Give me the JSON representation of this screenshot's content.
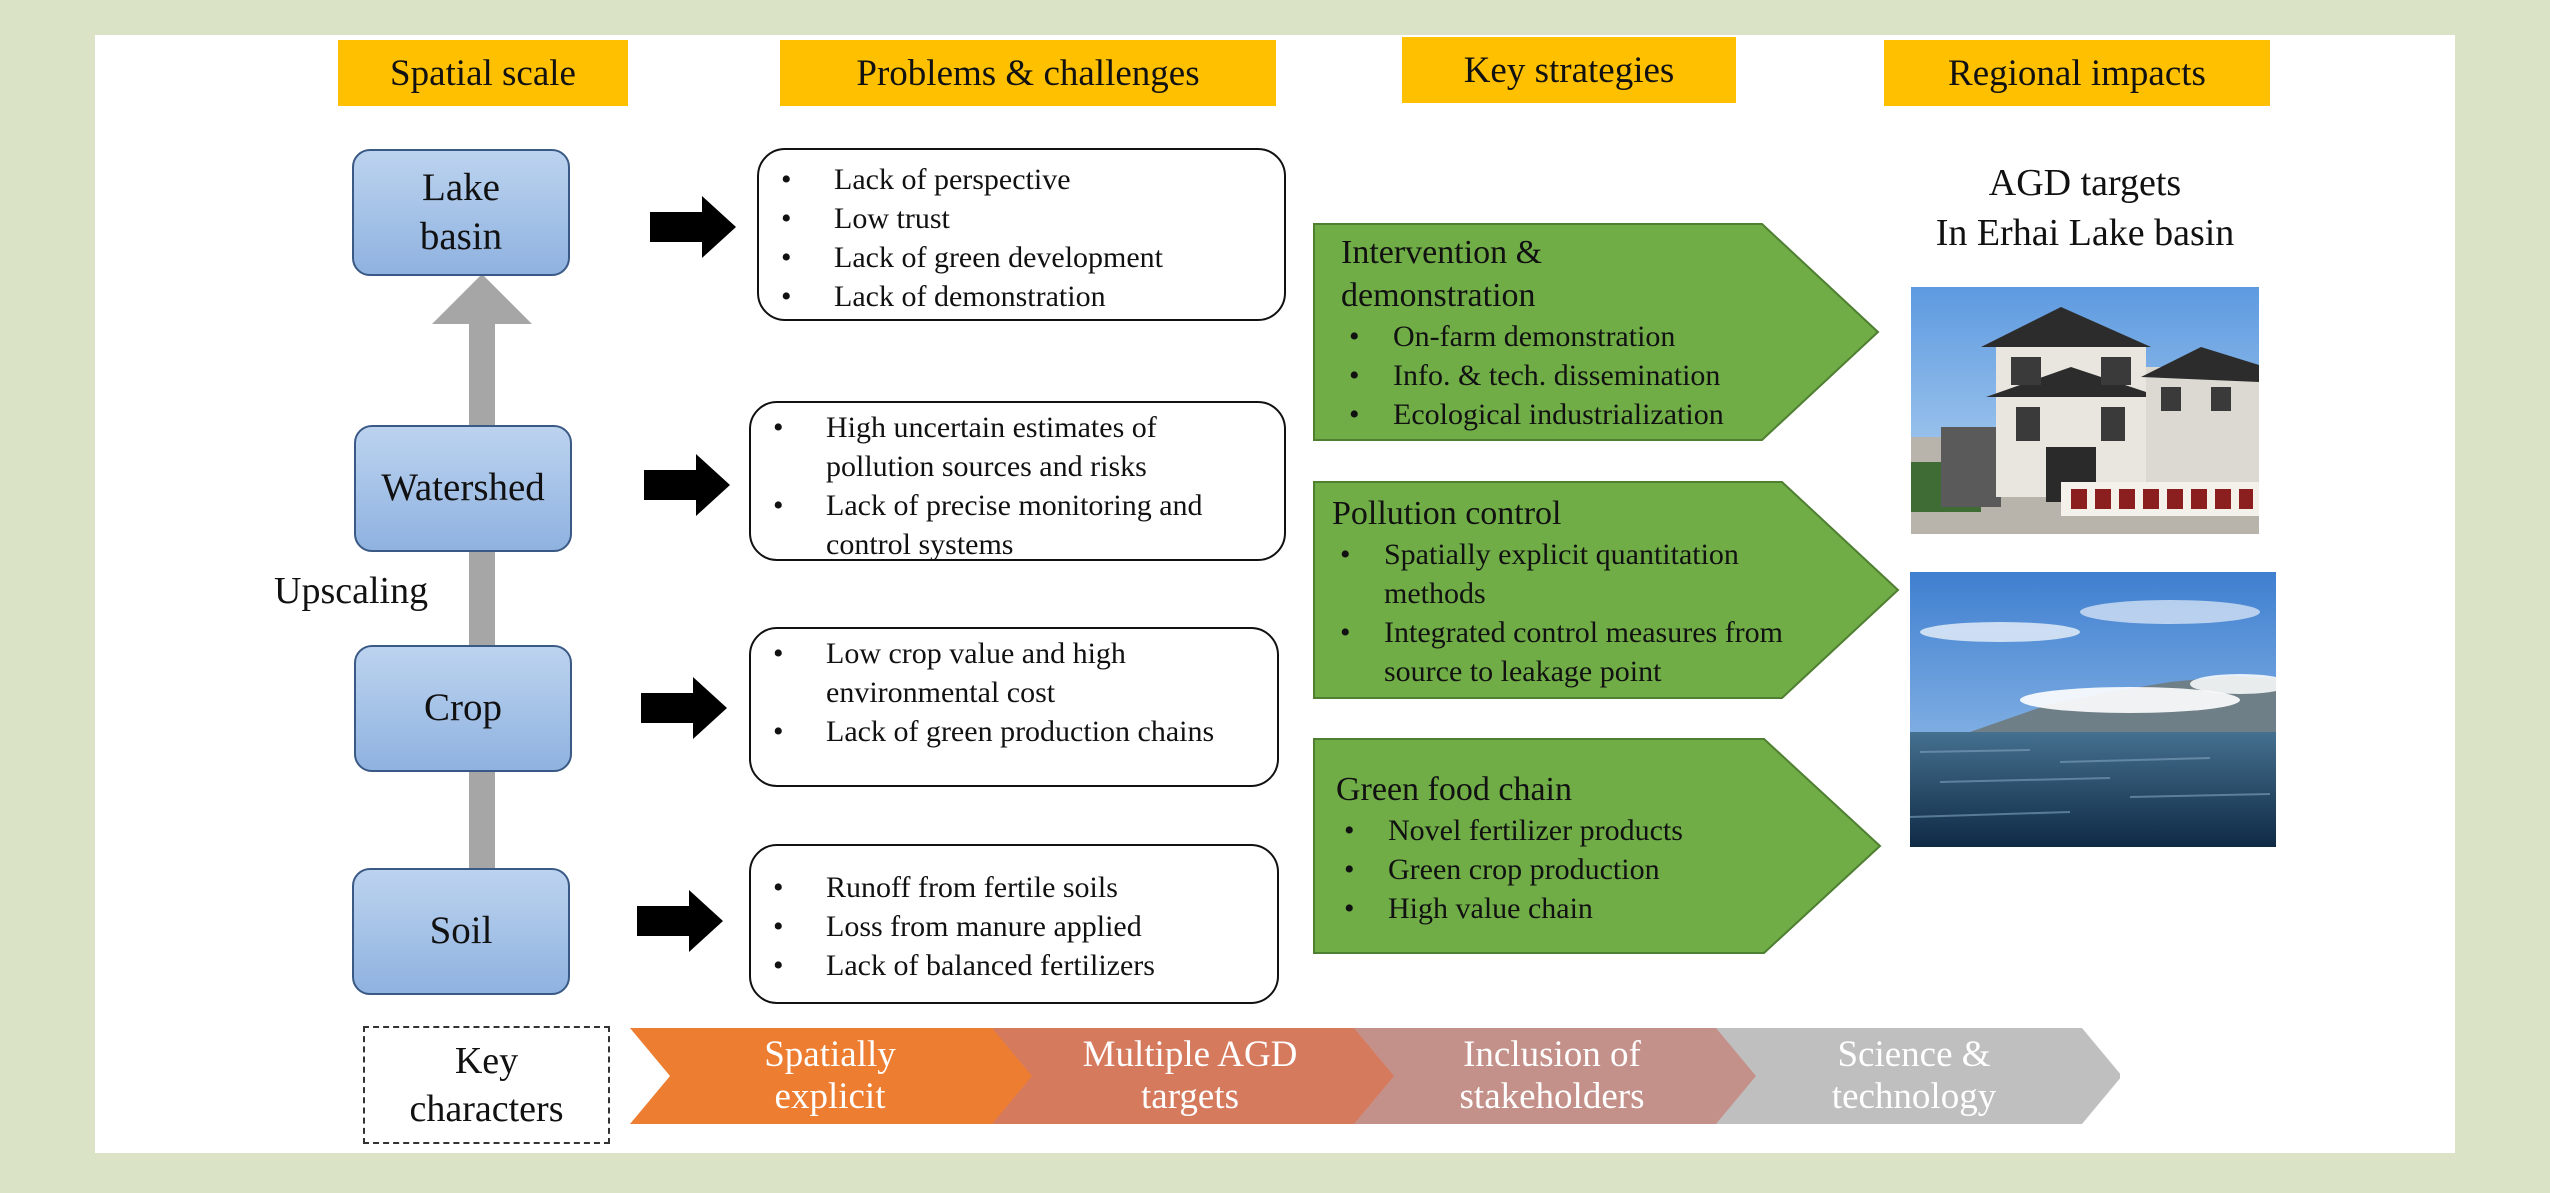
{
  "headers": {
    "spatial_scale": "Spatial scale",
    "problems": "Problems & challenges",
    "strategies": "Key strategies",
    "impacts": "Regional impacts"
  },
  "scales": [
    {
      "label": "Lake\nbasin"
    },
    {
      "label": "Watershed"
    },
    {
      "label": "Crop"
    },
    {
      "label": "Soil"
    }
  ],
  "upscaling_label": "Upscaling",
  "problems": [
    {
      "items": [
        "Lack of perspective",
        "Low trust",
        "Lack of green development",
        "Lack of demonstration"
      ]
    },
    {
      "items": [
        "High uncertain estimates of pollution sources and risks",
        "Lack of precise monitoring and control systems"
      ]
    },
    {
      "items": [
        "Low crop value and high environmental cost",
        "Lack of green production chains"
      ]
    },
    {
      "items": [
        "Runoff from fertile soils",
        "Loss from manure applied",
        "Lack of balanced fertilizers"
      ]
    }
  ],
  "strategies": [
    {
      "title": "Intervention &\ndemonstration",
      "items": [
        "On-farm demonstration",
        "Info. & tech. dissemination",
        "Ecological industrialization"
      ]
    },
    {
      "title": "Pollution control",
      "items": [
        "Spatially explicit quantitation methods",
        "Integrated control measures from source to leakage point"
      ]
    },
    {
      "title": "Green food chain",
      "items": [
        "Novel fertilizer products",
        "Green crop production",
        "High value chain"
      ]
    }
  ],
  "agd_title": "AGD targets\nIn Erhai Lake basin",
  "key_characters": {
    "label": "Key\ncharacters",
    "chevrons": [
      {
        "label": "Spatially\nexplicit",
        "color": "#ed7d31"
      },
      {
        "label": "Multiple AGD\ntargets",
        "color": "#d67a5e"
      },
      {
        "label": "Inclusion of\nstakeholders",
        "color": "#c4918a"
      },
      {
        "label": "Science &\ntechnology",
        "color": "#bfbfbf"
      }
    ]
  },
  "colors": {
    "background": "#dbe3c6",
    "header": "#ffc000",
    "scale_box": "#9fbfe6",
    "strategy": "#70ad47",
    "arrow_grey": "#a6a6a6"
  },
  "icons": {
    "scale_arrow": "right-arrow-icon",
    "upscaling_arrow": "up-arrow-icon"
  }
}
